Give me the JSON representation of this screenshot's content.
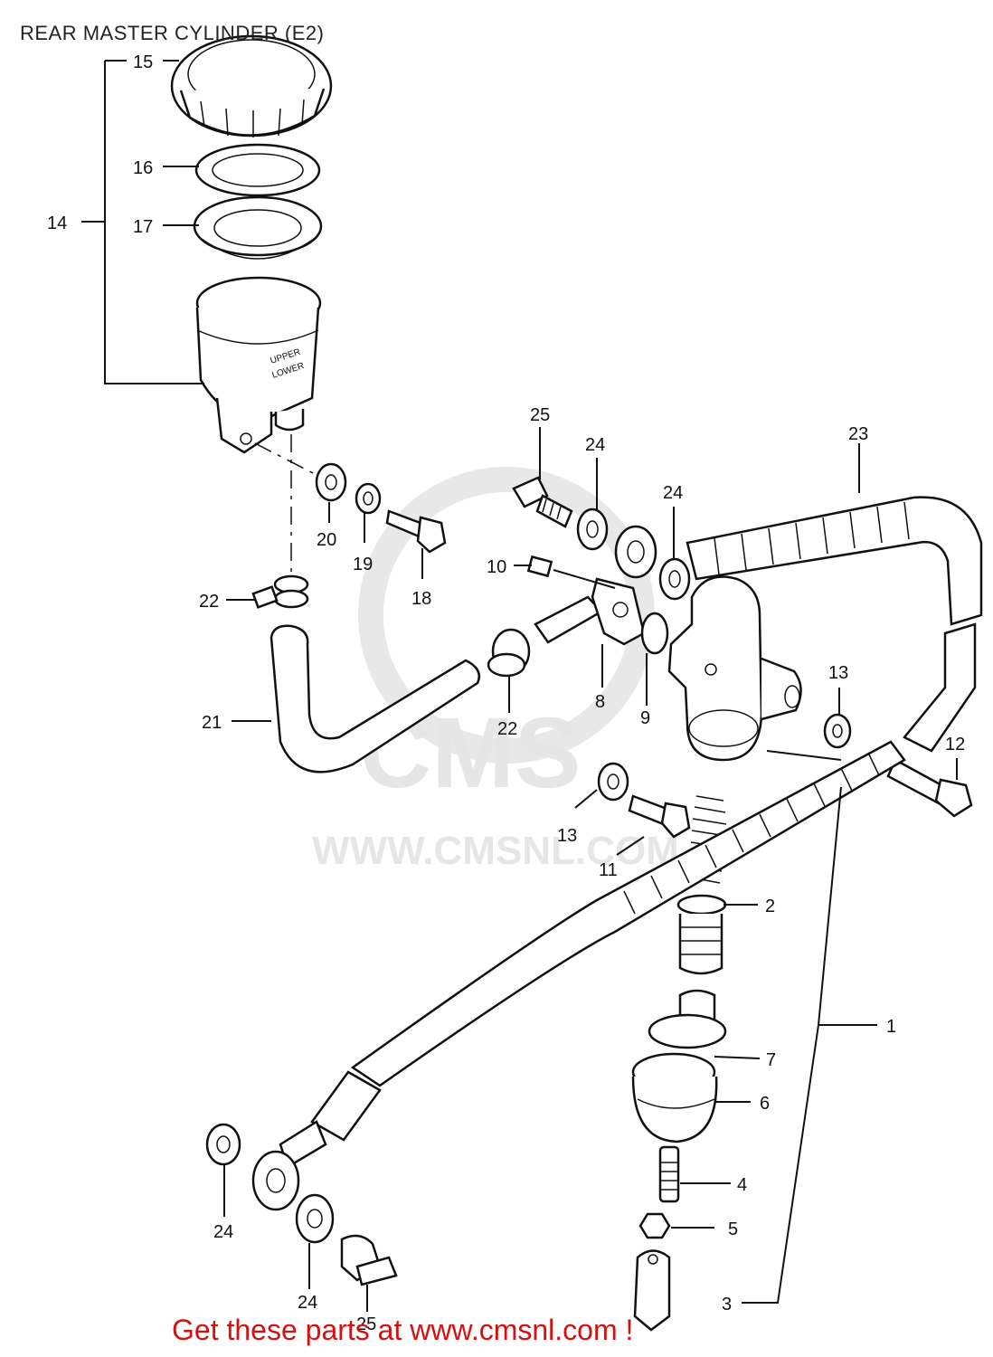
{
  "title": "REAR MASTER CYLINDER (E2)",
  "footer": "Get these parts at www.cmsnl.com !",
  "watermark": {
    "logo_text": "CMS",
    "url": "WWW.CMSNL.COM"
  },
  "callouts": [
    "15",
    "16",
    "17",
    "14",
    "20",
    "19",
    "18",
    "22",
    "21",
    "25",
    "24",
    "24",
    "10",
    "22",
    "8",
    "9",
    "23",
    "13",
    "12",
    "13",
    "11",
    "2",
    "1",
    "7",
    "6",
    "4",
    "5",
    "3",
    "24",
    "24",
    "25"
  ],
  "colors": {
    "footer": "#d41010",
    "watermark": "#e6e6e6",
    "lines": "#111111"
  }
}
